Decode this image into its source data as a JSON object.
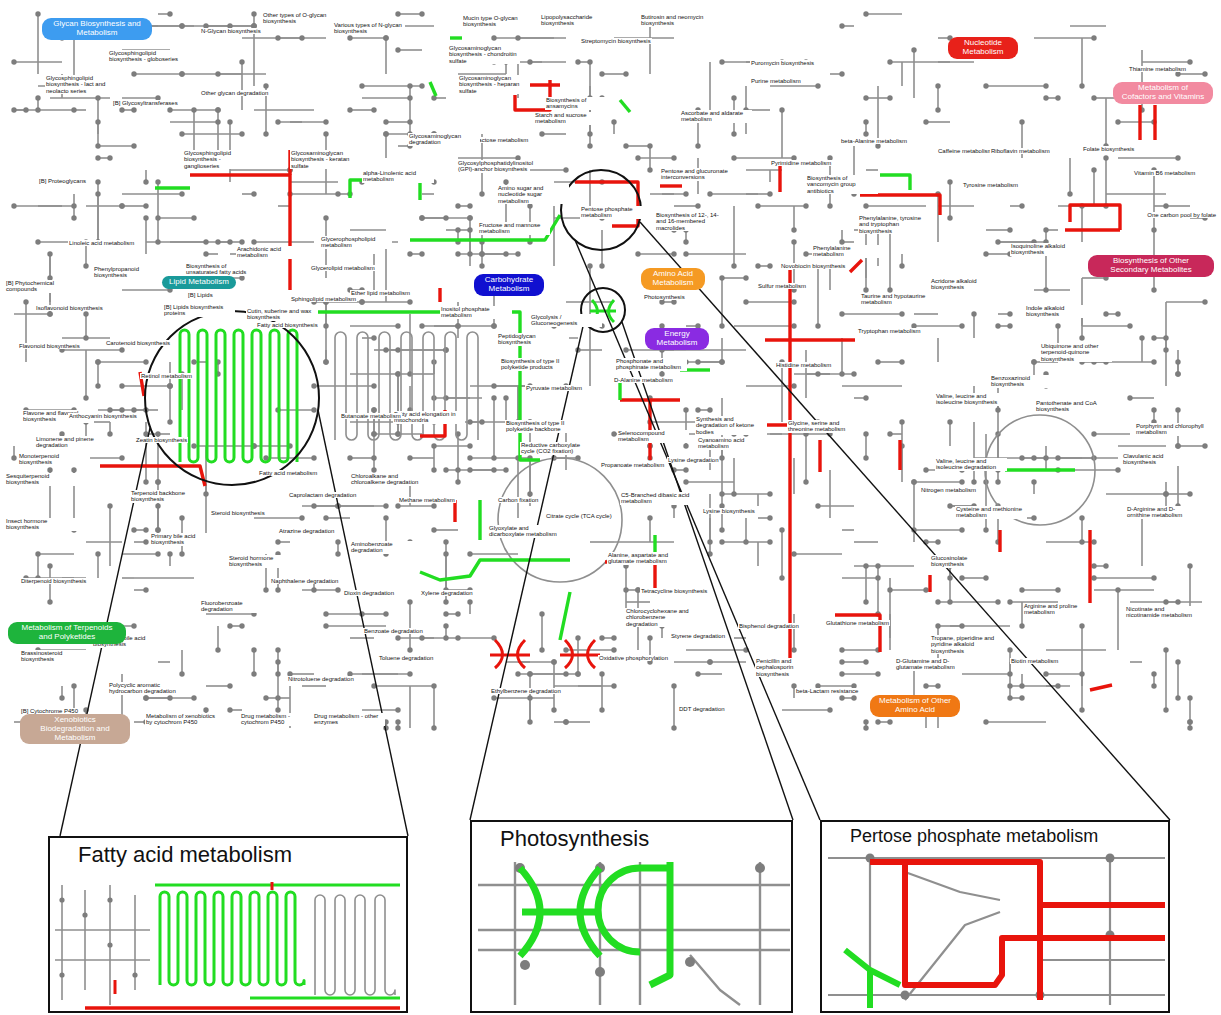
{
  "diagram": {
    "nodes": [
      {
        "text": [
          "Glycan Biosynthesis and Metabolism"
        ]
      },
      {
        "text": [
          "Lipid Metabolism"
        ]
      },
      {
        "text": [
          "Carbohydrate Metabolism"
        ]
      },
      {
        "text": [
          "Amino Acid Metabolism"
        ]
      },
      {
        "text": [
          "Energy Metabolism"
        ]
      },
      {
        "text": [
          "Nucleotide Metabolism"
        ]
      },
      {
        "text": [
          "Metabolism of Cofactors and Vitamins"
        ]
      },
      {
        "text": [
          "Biosynthesis of Other Secondary Metabolites"
        ]
      },
      {
        "text": [
          "Metabolism of Terpenoids and Polyketides"
        ]
      },
      {
        "text": [
          "Xenobiotics Biodegradation and Metabolism"
        ]
      },
      {
        "text": [
          "Metabolism of Other Amino Acid"
        ]
      },
      {
        "text": [
          "Fatty acid metabolism"
        ]
      },
      {
        "text": [
          "Photosynthesis"
        ]
      },
      {
        "text": [
          "Pertose phosphate metabolism"
        ]
      }
    ],
    "labels": [
      "N-Glycan biosynthesis",
      "Other types of O-glycan biosynthesis",
      "Various types of N-glycan biosynthesis",
      "Mucin type O-glycan biosynthesis",
      "Lipopolysaccharide biosynthesis",
      "Butirosin and neomycin biosynthesis",
      "Streptomycin biosynthesis",
      "Puromycin biosynthesis",
      "Purine metabolism",
      "Thiamine metabolism",
      "Glycosphingolipid biosynthesis - globoseries",
      "Glycosphingolipid biosynthesis - lact and neolacto series",
      "Other glycan degradation",
      "[B] Glycosyltransferases",
      "Glycosaminoglycan biosynthesis - chondroitin sulfate",
      "Glycosaminoglycan biosynthesis - heparan sulfate",
      "Biosynthesis of ansamycins",
      "Starch and sucrose metabolism",
      "Galactose metabolism",
      "Glycosaminoglycan degradation",
      "Ascorbate and aldarate metabolism",
      "[B] Proteoglycans",
      "Glycosphingolipid biosynthesis - ganglioseries",
      "Glycosaminoglycan biosynthesis - keratan sulfate",
      "alpha-Linolenic acid metabolism",
      "Glycosylphosphatidylinositol (GPI)-anchor biosynthesis",
      "Pentose and glucuronate interconversions",
      "Pyrimidine metabolism",
      "beta-Alanine metabolism",
      "Caffeine metabolism",
      "Riboflavin metabolism",
      "Folate biosynthesis",
      "Vitamin B6 metabolism",
      "Biosynthesis of vancomycin group antibiotics",
      "Tyrosine metabolism",
      "Amino sugar and nucleotide sugar metabolism",
      "Fructose and mannose metabolism",
      "Glycerophospholipid metabolism",
      "Pentose phosphate metabolism",
      "Biosynthesis of 12-, 14- and 16-membered macrolides",
      "Phenylalanine, tyrosine and tryptophan biosynthesis",
      "Phenylalanine metabolism",
      "Isoquinoline alkaloid biosynthesis",
      "One carbon pool by folate",
      "Linoleic acid metabolism",
      "Arachidonic acid metabolism",
      "Phenylpropanoid biosynthesis",
      "Biosynthesis of unsaturated fatty acids",
      "Glycerolipid metabolism",
      "Novobiocin biosynthesis",
      "[B] Phytochemical compounds",
      "[B] Lipids",
      "Ether lipid metabolism",
      "Isoflavonoid biosynthesis",
      "[B] Lipids biosynthesis proteins",
      "Cutin, suberine and wax biosynthesis",
      "Sphingolipid metabolism",
      "Inositol phosphate metabolism",
      "Sulfur metabolism",
      "Taurine and hypotaurine metabolism",
      "Acridone alkaloid biosynthesis",
      "Indole alkaloid biosynthesis",
      "Photosynthesis",
      "Glycolysis / Gluconeogenesis",
      "Fatty acid biosynthesis",
      "Peptidoglycan biosynthesis",
      "Flavonoid biosynthesis",
      "Carotenoid biosynthesis",
      "Tryptophan metabolism",
      "Ubiquinone and other terpenoid-quinone biosynthesis",
      "Biosynthesis of type II polyketide products",
      "Phosphonate and phosphinate metabolism",
      "Histidine metabolism",
      "Benzoxazinoid biosynthesis",
      "Retinol metabolism",
      "Pyruvate metabolism",
      "D-Alanine metabolism",
      "Valine, leucine and isoleucine biosynthesis",
      "Pantothenate and CoA biosynthesis",
      "Flavone and flavonol biosynthesis",
      "Anthocyanin biosynthesis",
      "Fatty acid elongation in mitochondria",
      "Butanoate metabolism",
      "Biosynthesis of type II polyketide backbone",
      "Synthesis and degradation of ketone bodies",
      "Glycine, serine and threonine metabolism",
      "Porphyrin and chlorophyll metabolism",
      "Limonene and pinene degradation",
      "Zeatin biosynthesis",
      "Selenocompound metabolism",
      "Cyanoamino acid metabolism",
      "Monoterpenoid biosynthesis",
      "Lysine degradation",
      "Propanoate metabolism",
      "Valine, leucine and isoleucine degradation",
      "Clavulanic acid biosynthesis",
      "Sesquiterpenoid biosynthesis",
      "Fatty acid metabolism",
      "Chloroalkane and chloroalkene degradation",
      "Reductive carboxylate cycle (CO2 fixation)",
      "Terpenoid backbone biosynthesis",
      "Carbon fixation",
      "Steroid biosynthesis",
      "Caprolactam degradation",
      "Methane metabolism",
      "C5-Branched dibasic acid metabolism",
      "Nitrogen metabolism",
      "Cysteine and methionine metabolism",
      "D-Arginine and D-ornithine metabolism",
      "Lysine biosynthesis",
      "Citrate cycle (TCA cycle)",
      "Insect hormone biosynthesis",
      "Atrazine degradation",
      "Primary bile acid biosynthesis",
      "Steroid hormone biosynthesis",
      "Glyoxylate and dicarboxylate metabolism",
      "Alanine, aspartate and glutamate metabolism",
      "Aminobenzoate degradation",
      "Glucosinolate biosynthesis",
      "Diterpenoid biosynthesis",
      "Naphthalene degradation",
      "Dioxin degradation",
      "Xylene degradation",
      "Tetracycline biosynthesis",
      "Fluorobenzoate degradation",
      "Chlorocyclohexane and chlorobenzene degradation",
      "Arginine and proline metabolism",
      "Nicotinate and nicotinamide metabolism",
      "Secondary bile acid biosynthesis",
      "Brassinosteroid biosynthesis",
      "Styrene degradation",
      "Glutathione metabolism",
      "Tropane, piperidine and pyridine alkaloid biosynthesis",
      "Benzoate degradation",
      "Toluene degradation",
      "D-Glutamine and D-glutamate metabolism",
      "Biotin metabolism",
      "Oxidative phosphorylation",
      "Bisphenol degradation",
      "Penicillin and cephalosporin biosynthesis",
      "Polycyclic aromatic hydrocarbon degradation",
      "[B] Cytochrome P450",
      "Nitrotoluene degradation",
      "Ethylbenzene degradation",
      "beta-Lactam resistance",
      "Metabolism of xenobiotics by cytochrom P450",
      "Drug metabolism - cytochrom P450",
      "Drug metabolism - other enzymes",
      "DDT degradation"
    ]
  }
}
